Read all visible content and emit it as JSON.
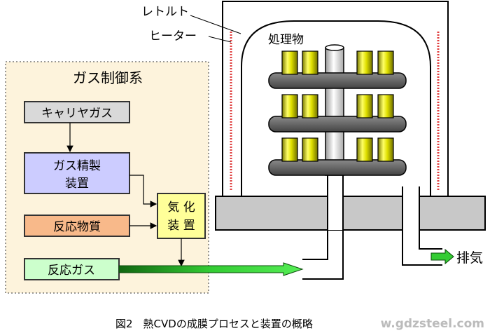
{
  "labels": {
    "retort": "レトルト",
    "heater": "ヒーター",
    "workpiece": "処理物",
    "gas_control": "ガス制御系",
    "carrier_gas": "キャリヤガス",
    "gas_refine_1": "ガス精製",
    "gas_refine_2": "装置",
    "vaporizer_1": "気 化",
    "vaporizer_2": "装 置",
    "reactant": "反応物質",
    "reaction_gas": "反応ガス",
    "exhaust": "排気"
  },
  "caption": {
    "text": "図2　熱CVDの成膜プロセスと装置の概略",
    "watermark": "w.gdzsteel.com"
  },
  "colors": {
    "carrier_box": "#d9d9d9",
    "refine_box": "#ccccff",
    "vaporizer_box": "#ffff99",
    "reactant_box": "#f8b98a",
    "reaction_box": "#ccffcc",
    "gas_panel": "#fdf3dc",
    "arrow_green": "#33aa33",
    "cylinder": "#e0e000",
    "tray": "#666666",
    "heater_red": "#e04040",
    "base": "#c8c8c8"
  },
  "icons": {
    "flow_arrow": "arrow-right-icon",
    "heater_coil": "heater-dots-icon"
  }
}
